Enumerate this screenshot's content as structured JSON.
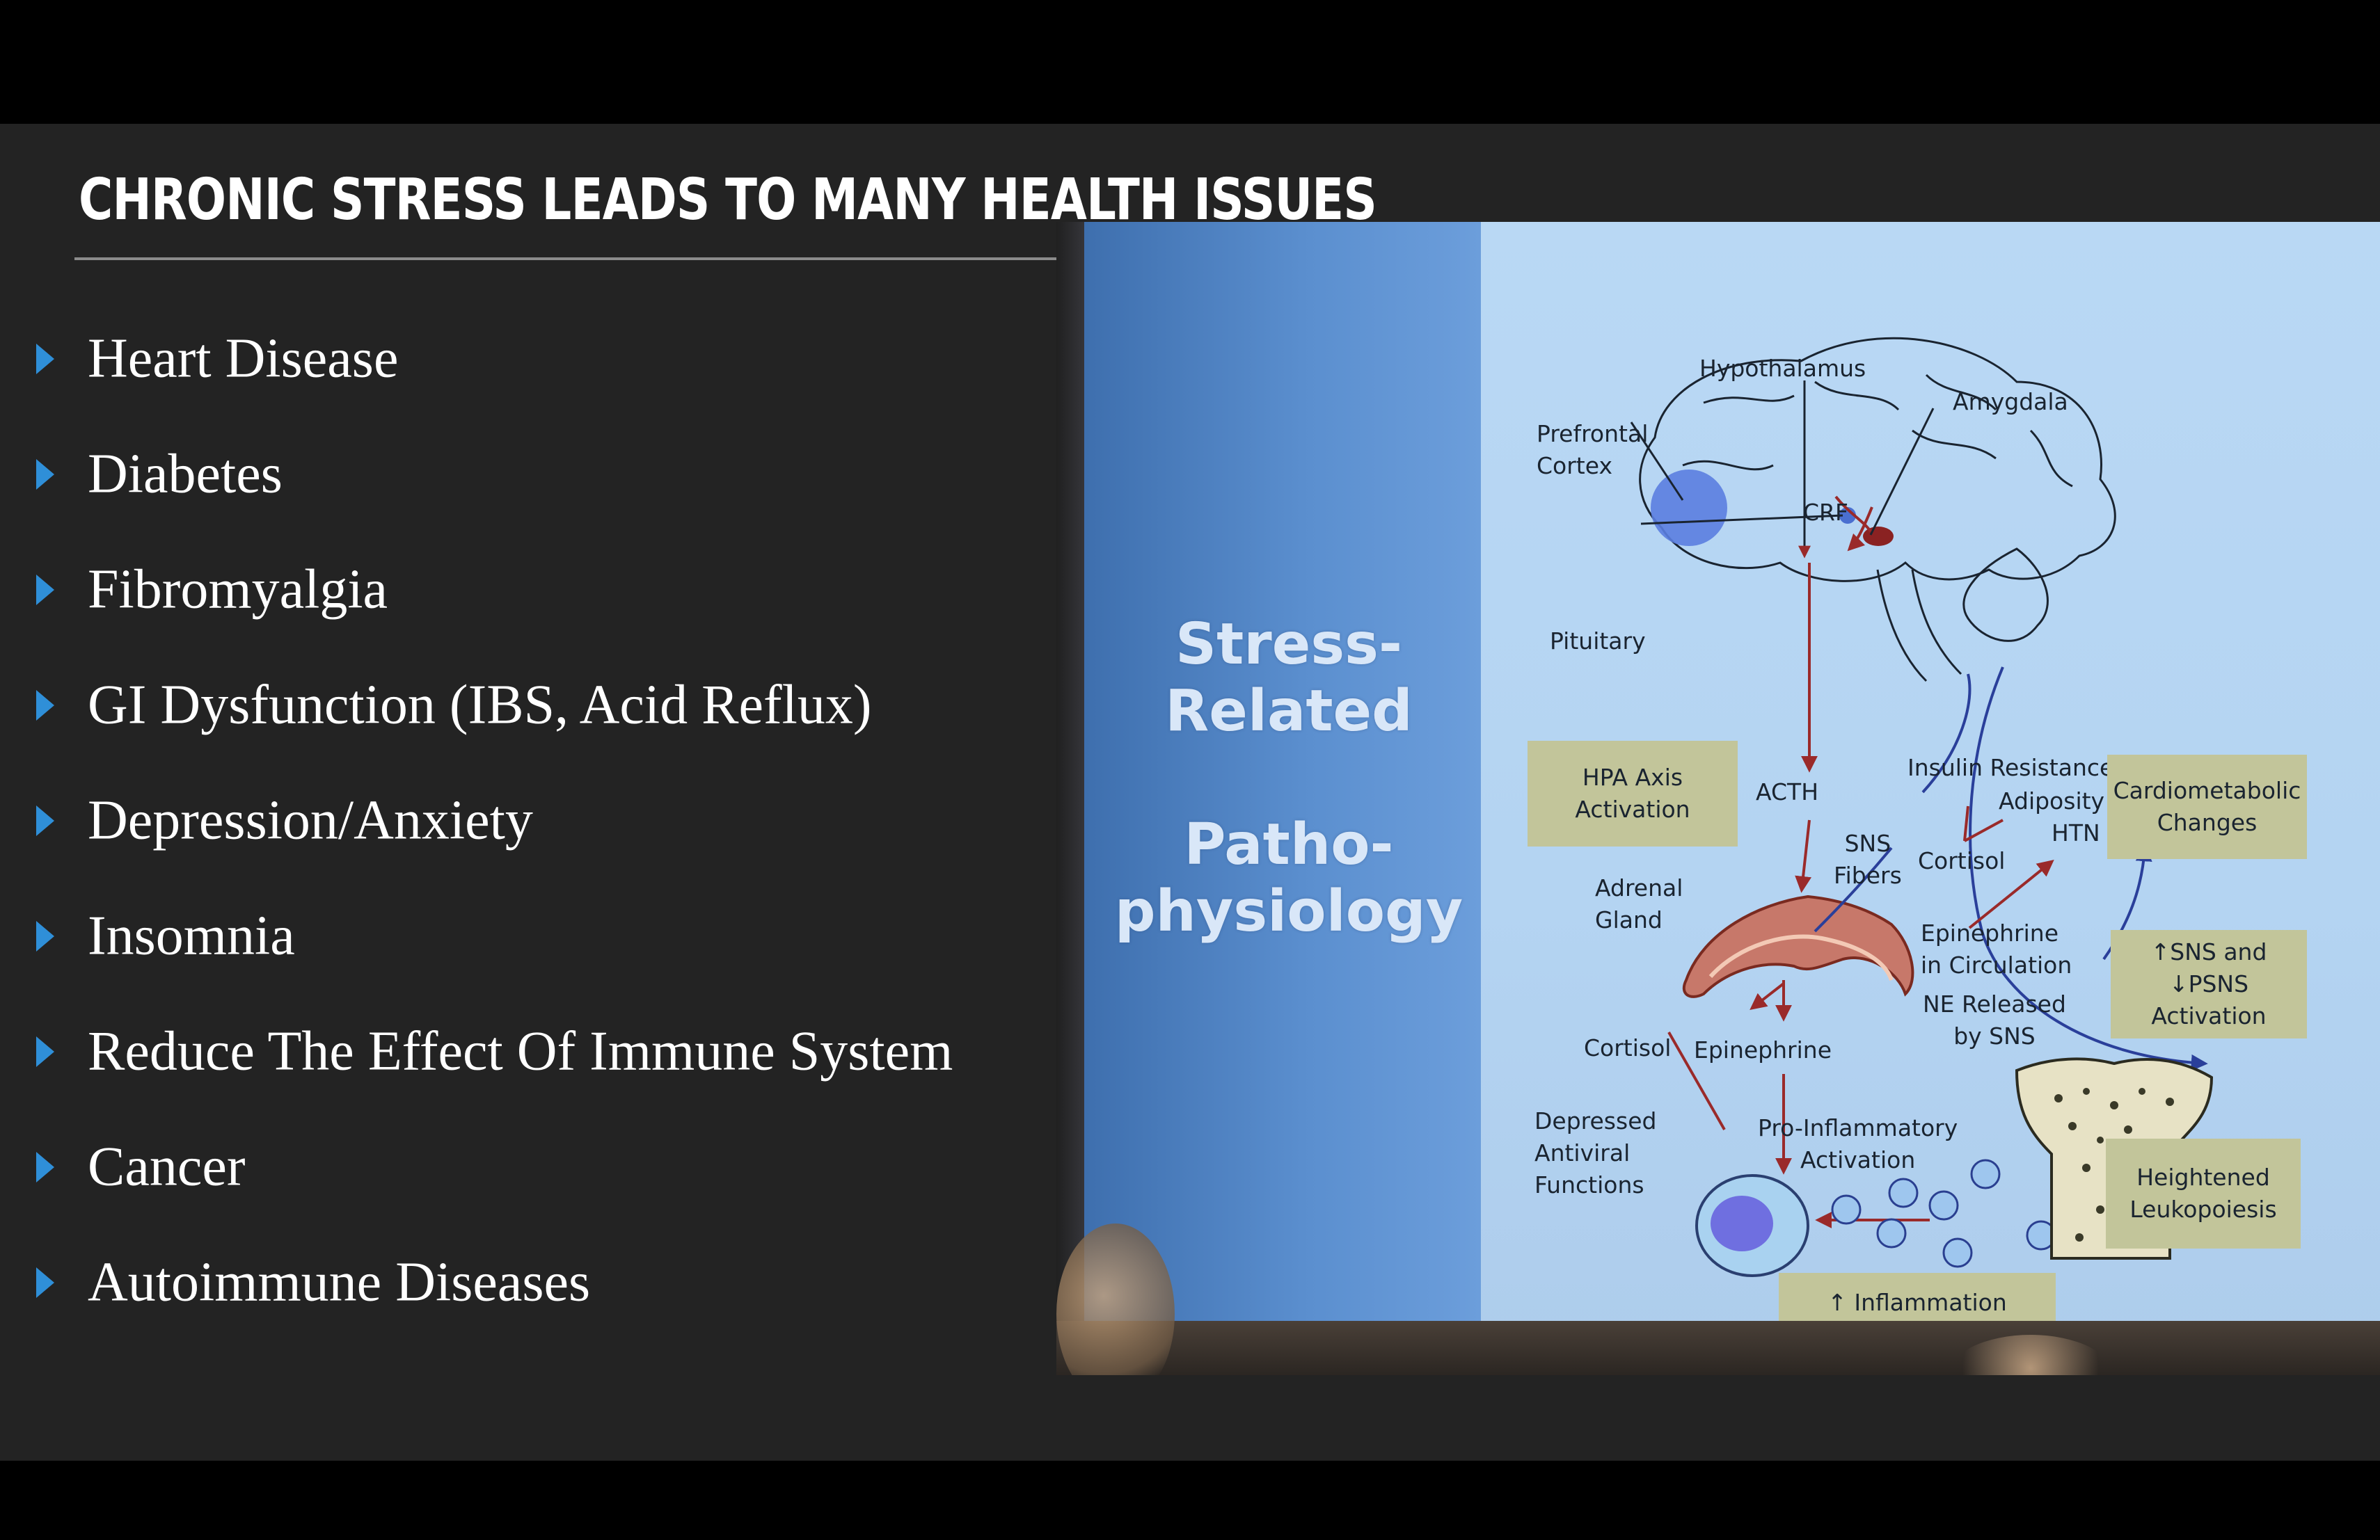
{
  "slide": {
    "title": "CHRONIC STRESS LEADS TO MANY HEALTH ISSUES",
    "bullets": [
      "Heart Disease",
      "Diabetes",
      "Fibromyalgia",
      "GI Dysfunction (IBS, Acid Reflux)",
      "Depression/Anxiety",
      "Insomnia",
      "Reduce The Effect Of Immune System",
      "Cancer",
      "Autoimmune Diseases"
    ],
    "colors": {
      "background": "#232323",
      "bullet_arrow": "#2f8fd8",
      "text": "#ffffff"
    }
  },
  "photo": {
    "panel_heading_1": "Stress-\nRelated",
    "panel_heading_2": "Patho-\nphysiology",
    "labels": {
      "hypothalamus": "Hypothalamus",
      "amygdala": "Amygdala",
      "prefrontal_cortex": "Prefrontal\nCortex",
      "crf": "CRF",
      "pituitary": "Pituitary",
      "acth": "ACTH",
      "sns_fibers": "SNS\nFibers",
      "adrenal_gland": "Adrenal\nGland",
      "insulin_resistance": "Insulin Resistance",
      "adiposity": "Adiposity",
      "htn": "HTN",
      "cortisol_top": "Cortisol",
      "epinephrine_circulation": "Epinephrine\nin Circulation",
      "ne_released": "NE Released\nby SNS",
      "cortisol_bottom": "Cortisol",
      "epinephrine": "Epinephrine",
      "depressed_antiviral": "Depressed\nAntiviral\nFunctions",
      "pro_inflammatory": "Pro-Inflammatory\nActivation"
    },
    "boxes": {
      "hpa_axis": "HPA Axis\nActivation",
      "cardiometabolic": "Cardiometabolic\nChanges",
      "sns_psns": "↑SNS and\n↓PSNS\nActivation",
      "leukopoiesis": "Heightened\nLeukopoiesis",
      "inflammation": "↑ Inflammation"
    },
    "colors": {
      "panel_blue": "#5b8fcf",
      "diagram_bg": "#b9d8f4",
      "box": "#c2c59a",
      "red_arrow": "#9a2a2a",
      "blue_arrow": "#2a3f9a"
    }
  }
}
